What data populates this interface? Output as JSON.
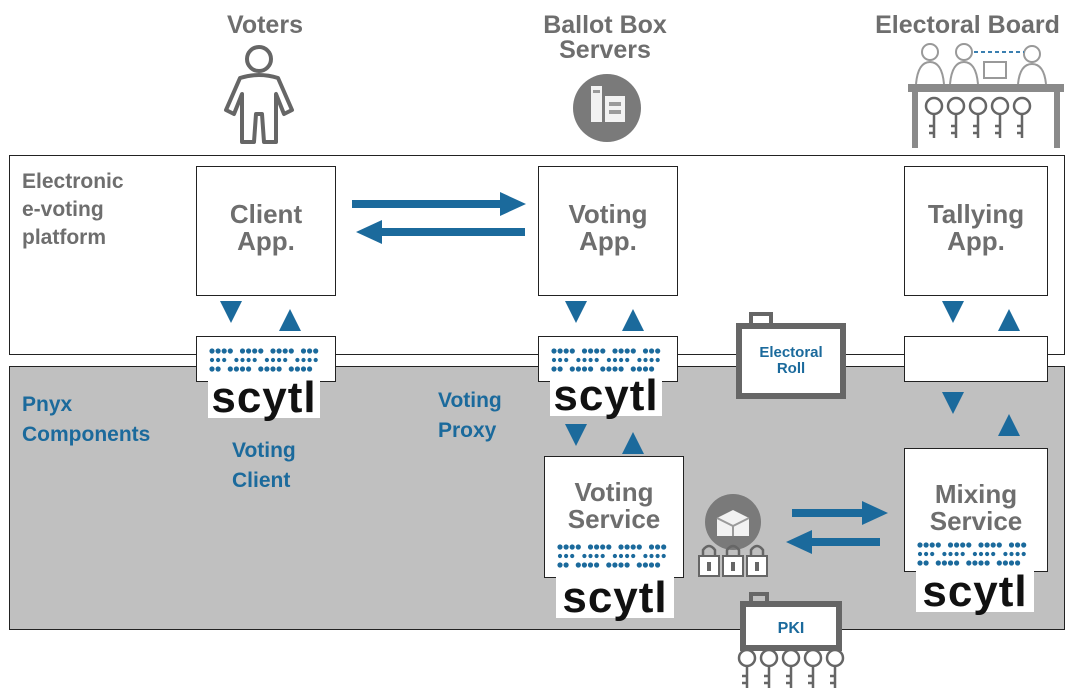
{
  "actors": {
    "voters": "Voters",
    "ballot_box_line1": "Ballot Box",
    "ballot_box_line2": "Servers",
    "electoral_board": "Electoral Board"
  },
  "platform": {
    "line1": "Electronic",
    "line2": "e-voting",
    "line3": "platform"
  },
  "pnyx": {
    "line1": "Pnyx",
    "line2": "Components"
  },
  "apps": {
    "client_line1": "Client",
    "client_line2": "App.",
    "voting_line1": "Voting",
    "voting_line2": "App.",
    "tallying_line1": "Tallying",
    "tallying_line2": "App."
  },
  "services": {
    "voting_line1": "Voting",
    "voting_line2": "Service",
    "mixing_line1": "Mixing",
    "mixing_line2": "Service"
  },
  "labels": {
    "voting_client_line1": "Voting",
    "voting_client_line2": "Client",
    "voting_proxy_line1": "Voting",
    "voting_proxy_line2": "Proxy",
    "electoral_roll_line1": "Electoral",
    "electoral_roll_line2": "Roll",
    "pki": "PKI"
  },
  "logo_text": "scytl",
  "colors": {
    "arrow_blue": "#1b6a9c",
    "label_grey": "#6e6e6e",
    "band_grey": "#c0c0c0"
  }
}
